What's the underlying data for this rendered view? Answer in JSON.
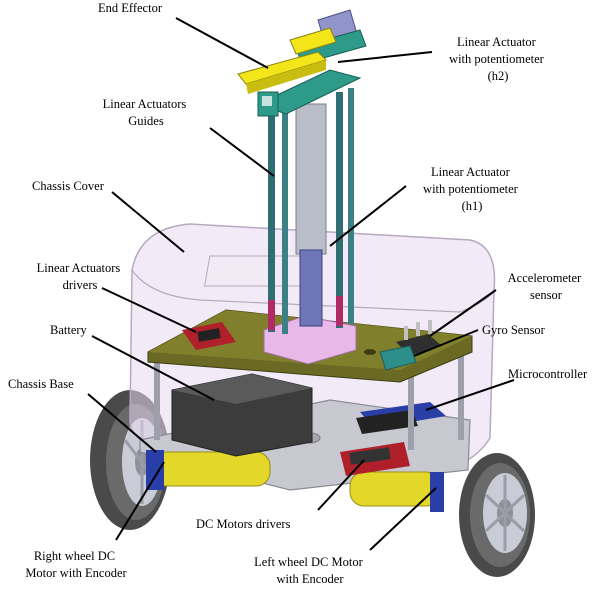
{
  "labels": {
    "end_effector": "End Effector",
    "linear_actuator_h2": [
      "Linear Actuator",
      "with potentiometer",
      "(h2)"
    ],
    "linear_actuators_guides": [
      "Linear Actuators",
      "Guides"
    ],
    "linear_actuator_h1": [
      "Linear Actuator",
      "with potentiometer",
      "(h1)"
    ],
    "chassis_cover": "Chassis Cover",
    "linear_actuators_drivers": [
      "Linear Actuators",
      "drivers"
    ],
    "accelerometer_sensor": [
      "Accelerometer",
      "sensor"
    ],
    "gyro_sensor": "Gyro Sensor",
    "battery": "Battery",
    "microcontroller": "Microcontroller",
    "chassis_base": "Chassis Base",
    "dc_motors_drivers": "DC Motors drivers",
    "right_wheel_motor": [
      "Right wheel DC",
      "Motor with Encoder"
    ],
    "left_wheel_motor": [
      "Left wheel DC Motor",
      "with Encoder"
    ]
  },
  "colors": {
    "end_effector": "#f2e61a",
    "actuator_body": "#8f95c9",
    "actuator_bracket": "#2e9a8a",
    "guide_rod": "#2f6f73",
    "top_plate": "#6b6a24",
    "chassis_cover": "#e7d8ee",
    "battery": "#3c3c3c",
    "motor": "#e3d82a",
    "wheel_tire": "#555555",
    "wheel_rim": "#c9ccd6",
    "base_plate": "#c8c8d0",
    "driver_board": "#b0202a",
    "microcontroller_board": "#2a3ea8",
    "gyro": "#2c8f8a"
  }
}
